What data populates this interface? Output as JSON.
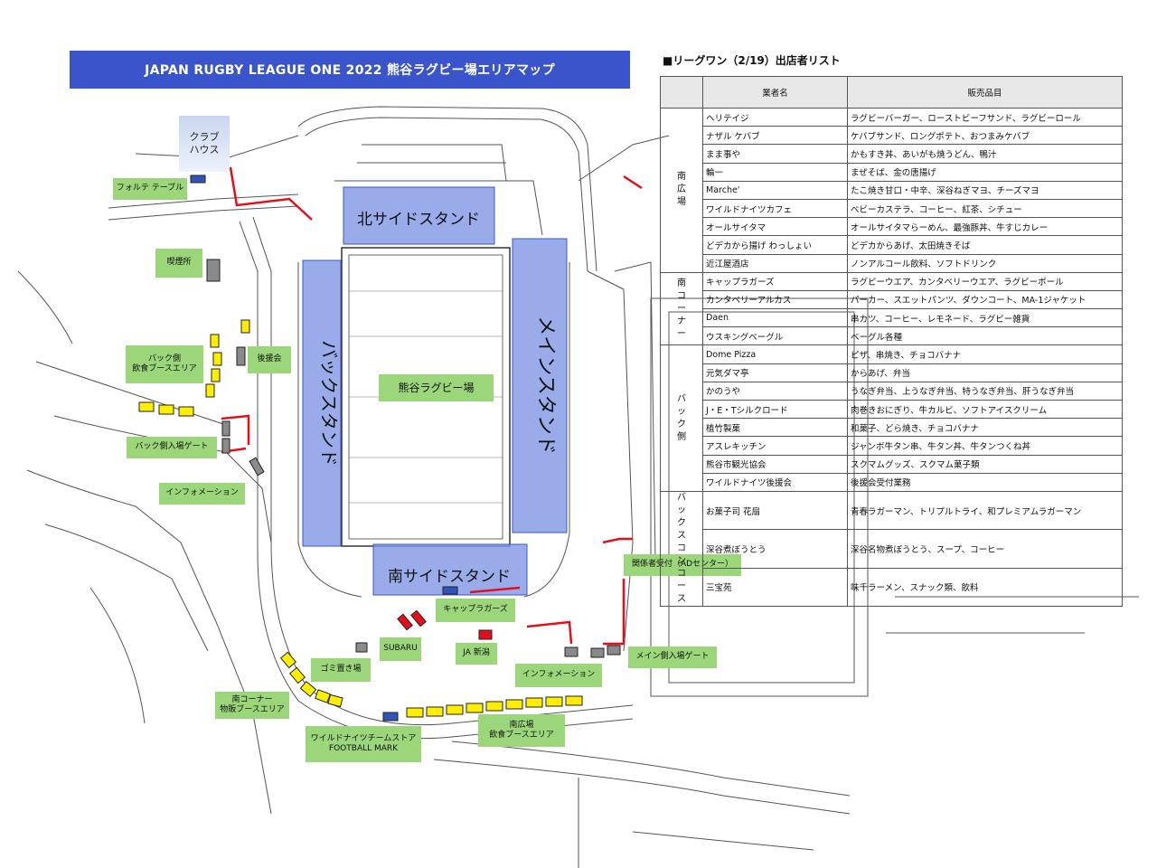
{
  "title": "JAPAN RUGBY LEAGUE ONE 2022 熊谷ラグビー場エリアマップ",
  "colors": {
    "title_bg": "#3a55cc",
    "stand": "#7f97e3",
    "label": "#9bd67a",
    "booth_yellow": "#ffee00",
    "booth_red": "#e3101b",
    "booth_blue": "#2f55b8",
    "booth_gray": "#8a8a8a",
    "fence": "#e3101b"
  },
  "map": {
    "clubhouse": "クラブ\nハウス",
    "stands": {
      "north": "北サイドスタンド",
      "south": "南サイドスタンド",
      "back": "バックスタンド",
      "main": "メインスタンド"
    },
    "field": "熊谷ラグビー場",
    "labels": {
      "forte_table": "フォルテ テーブル",
      "smoking": "喫煙所",
      "back_food": "バック側\n飲食ブースエリア",
      "supporters": "後援会",
      "back_gate": "バック側入場ゲート",
      "info_west": "インフォメーション",
      "staff_reception": "関係者受付（ADセンター）",
      "canterbury": "キャップラガーズ",
      "subaru": "SUBARU",
      "ja": "JA 新潟",
      "garbage": "ゴミ置き場",
      "info_south": "インフォメーション",
      "main_gate": "メイン側入場ゲート",
      "south_corner": "南コーナー\n物販ブースエリア",
      "wildknights": "ワイルドナイツチームストア\nFOOTBALL MARK",
      "south_plaza": "南広場\n飲食ブースエリア"
    }
  },
  "vendor_list": {
    "title": "■リーグワン（2/19）出店者リスト",
    "headers": [
      "業者名",
      "販売品目"
    ],
    "groups": [
      {
        "area": "南広場",
        "rows": [
          [
            "ヘリテイジ",
            "ラグビーバーガー、ローストビーフサンド、ラグビーロール"
          ],
          [
            "ナザル ケバブ",
            "ケバブサンド、ロングポテト、おつまみケバブ"
          ],
          [
            "まま事や",
            "かもすき丼、あいがも焼うどん、鴨汁"
          ],
          [
            "輪一",
            "まぜそば、金の唐揚げ"
          ],
          [
            "Marche'",
            "たこ焼き甘口・中辛、深谷ねぎマヨ、チーズマヨ"
          ],
          [
            "ワイルドナイツカフェ",
            "ベビーカステラ、コーヒー、紅茶、シチュー"
          ],
          [
            "オールサイタマ",
            "オールサイタマらーめん、最強豚丼、牛すじカレー"
          ],
          [
            "どデカから揚げ わっしょい",
            "どデカからあげ、太田焼きそば"
          ],
          [
            "近江屋酒店",
            "ノンアルコール飲料、ソフトドリンク"
          ]
        ]
      },
      {
        "area": "南コーナー",
        "rows": [
          [
            "キャップラガーズ",
            "ラグビーウエア、カンタベリーウエア、ラグビーボール"
          ],
          [
            "カンタベリーアルカス",
            "パーカー、スエットパンツ、ダウンコート、MA-1ジャケット"
          ],
          [
            "Daen",
            "串カツ、コーヒー、レモネード、ラグビー雑貨"
          ],
          [
            "ウスキングベーグル",
            "ベーグル各種"
          ]
        ]
      },
      {
        "area": "バック側",
        "rows": [
          [
            "Dome Pizza",
            "ピザ、串焼き、チョコバナナ"
          ],
          [
            "元気ダマ亭",
            "からあげ、弁当"
          ],
          [
            "かのうや",
            "うなぎ弁当、上うなぎ弁当、特うなぎ弁当、肝うなぎ弁当"
          ],
          [
            "J・E・Tシルクロード",
            "肉巻きおにぎり、牛カルビ、ソフトアイスクリーム"
          ],
          [
            "植竹製菓",
            "和菓子、どら焼き、チョコバナナ"
          ],
          [
            "アスレキッチン",
            "ジャンボ牛タン串、牛タン丼、牛タンつくね丼"
          ],
          [
            "熊谷市観光協会",
            "スクマムグッズ、スクマム菓子類"
          ],
          [
            "ワイルドナイツ後援会",
            "後援会受付業務"
          ]
        ]
      },
      {
        "area": "バックスコンコース",
        "rows": [
          [
            "お菓子司 花扇",
            "青春ラガーマン、トリプルトライ、和プレミアムラガーマン"
          ],
          [
            "深谷煮ぼうとう",
            "深谷名物煮ぼうとう、スープ、コーヒー"
          ],
          [
            "三宝苑",
            "味千ラーメン、スナック類、飲料"
          ]
        ]
      }
    ]
  }
}
